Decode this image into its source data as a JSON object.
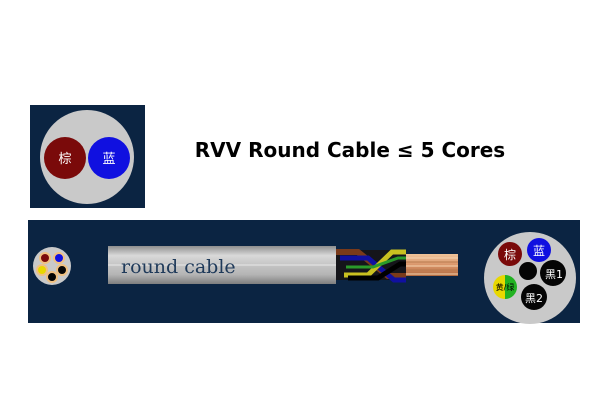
{
  "title": "RVV Round Cable ≤ 5 Cores",
  "two_core": {
    "cores": [
      {
        "label": "棕",
        "color": "#7a0a0a"
      },
      {
        "label": "蓝",
        "color": "#1010e0"
      }
    ]
  },
  "cable": {
    "sheath_text": "round cable",
    "end_cores": [
      {
        "label": "棕",
        "color": "#7a0a0a"
      },
      {
        "label": "蓝",
        "color": "#1010e0"
      },
      {
        "label": "黑1",
        "color": "#050505"
      },
      {
        "label": "黑2",
        "color": "#050505"
      },
      {
        "label": "黄/绿",
        "color": "#e8d800",
        "stripe": "#22b222"
      }
    ]
  },
  "colors": {
    "panel": "#0b2442",
    "sheath": "#c7c7c7",
    "copper": "#e0a070"
  }
}
